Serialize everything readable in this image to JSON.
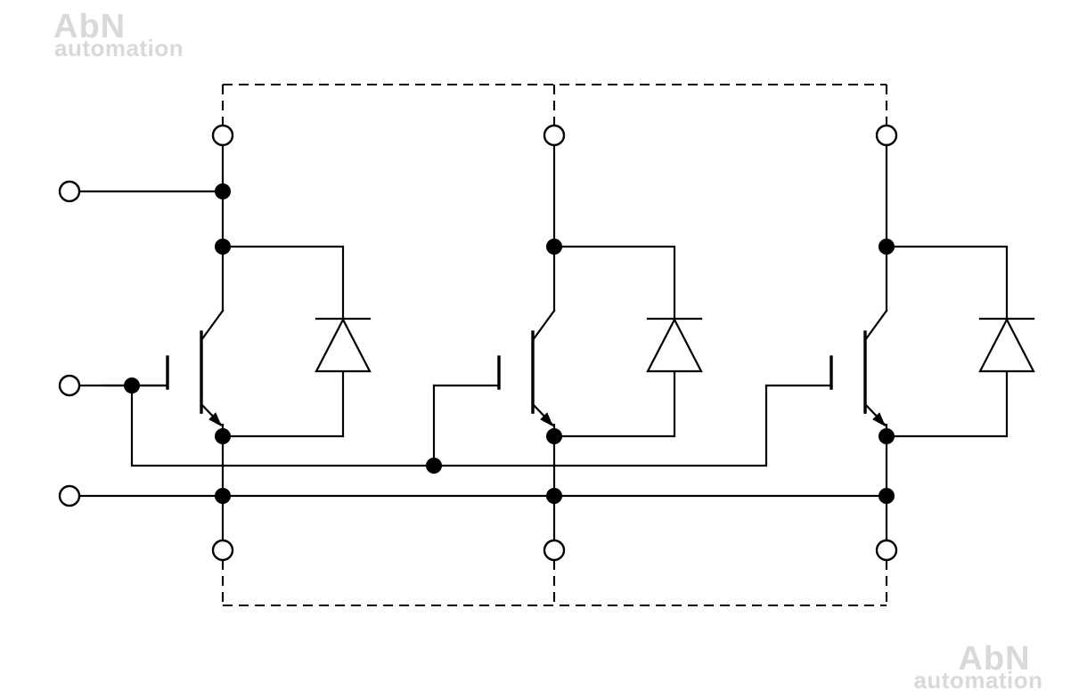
{
  "colors": {
    "ink": "#000000",
    "background": "#ffffff",
    "watermark": "#d9d9d9"
  },
  "watermarks": {
    "top_left": {
      "line1": "AbN",
      "line2": "automation"
    },
    "bottom_right": {
      "line1": "AbN",
      "line2": "automation"
    }
  },
  "diagram": {
    "type": "circuit-schematic",
    "subject": "Three-position IGBT power module internal schematic",
    "description": "Dashed package outline containing three identical IGBT switch positions, each with an anti-parallel freewheeling diode. Each position has a collector terminal on top of the package and an emitter terminal on the bottom. Three auxiliary terminals exit on the left: a collector tap (top), a common gate terminal (middle) and the common emitter bus terminal (bottom). All three gates are tied together through a routed gate interconnect; all three emitters share a common horizontal bus rail.",
    "counts": {
      "igbts": 3,
      "freewheel_diodes": 3,
      "top_terminals": 3,
      "bottom_terminals": 3,
      "left_terminals": 3,
      "junction_dots": 12
    },
    "labels": []
  }
}
